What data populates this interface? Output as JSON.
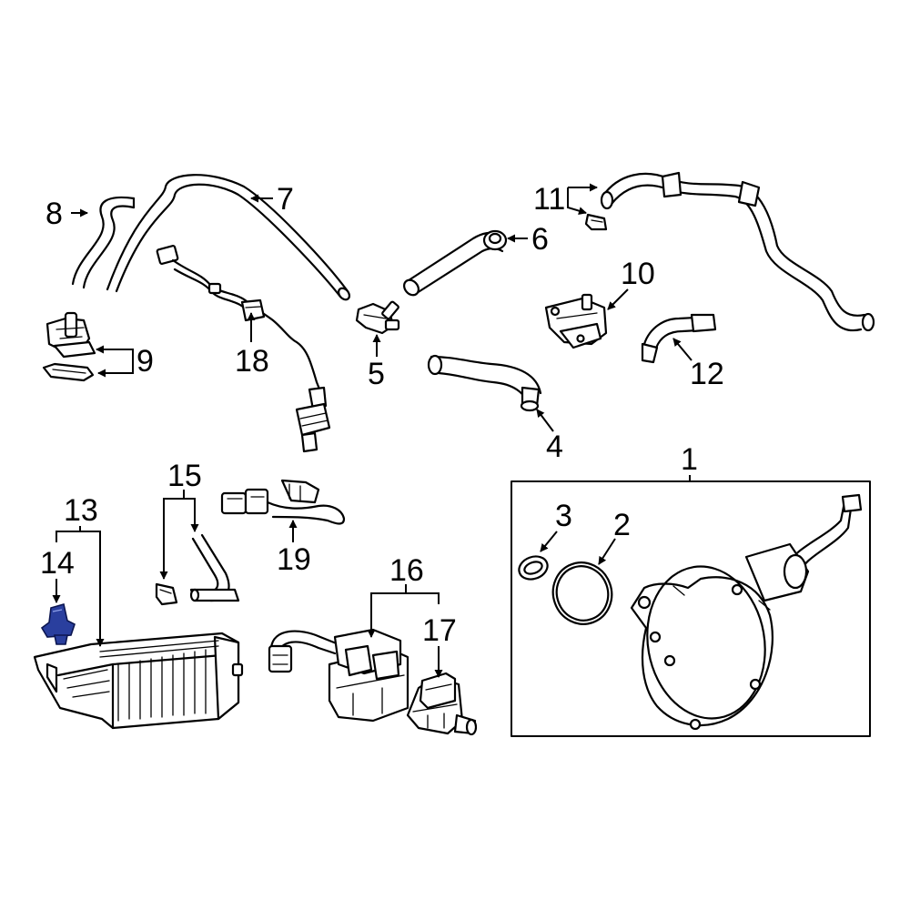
{
  "callouts": {
    "c1": "1",
    "c2": "2",
    "c3": "3",
    "c4": "4",
    "c5": "5",
    "c6": "6",
    "c7": "7",
    "c8": "8",
    "c9": "9",
    "c10": "10",
    "c11": "11",
    "c12": "12",
    "c13": "13",
    "c14": "14",
    "c15": "15",
    "c16": "16",
    "c17": "17",
    "c18": "18",
    "c19": "19"
  },
  "highlight_color": "#2a3f9e"
}
